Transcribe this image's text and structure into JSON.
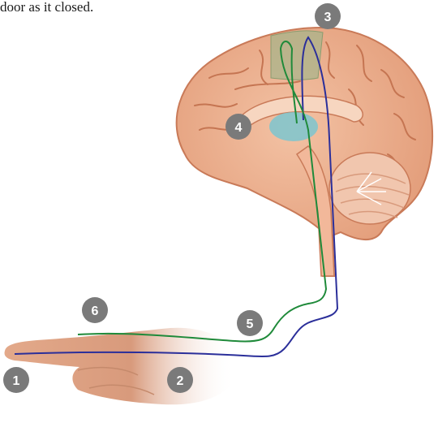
{
  "caption": {
    "text": "door as it closed."
  },
  "markers": [
    {
      "id": "1",
      "label": "1"
    },
    {
      "id": "2",
      "label": "2"
    },
    {
      "id": "3",
      "label": "3"
    },
    {
      "id": "4",
      "label": "4"
    },
    {
      "id": "5",
      "label": "5"
    },
    {
      "id": "6",
      "label": "6"
    }
  ],
  "colors": {
    "marker": "#7a7a7a",
    "brain": "#e8a07c",
    "brain_outline": "#c97a58",
    "cortex_region": "#9fb58a",
    "thalamus": "#7cc6cf",
    "sensory_path": "#2b2f9a",
    "motor_path": "#1f8a3a",
    "skin": "#e8b89a"
  }
}
